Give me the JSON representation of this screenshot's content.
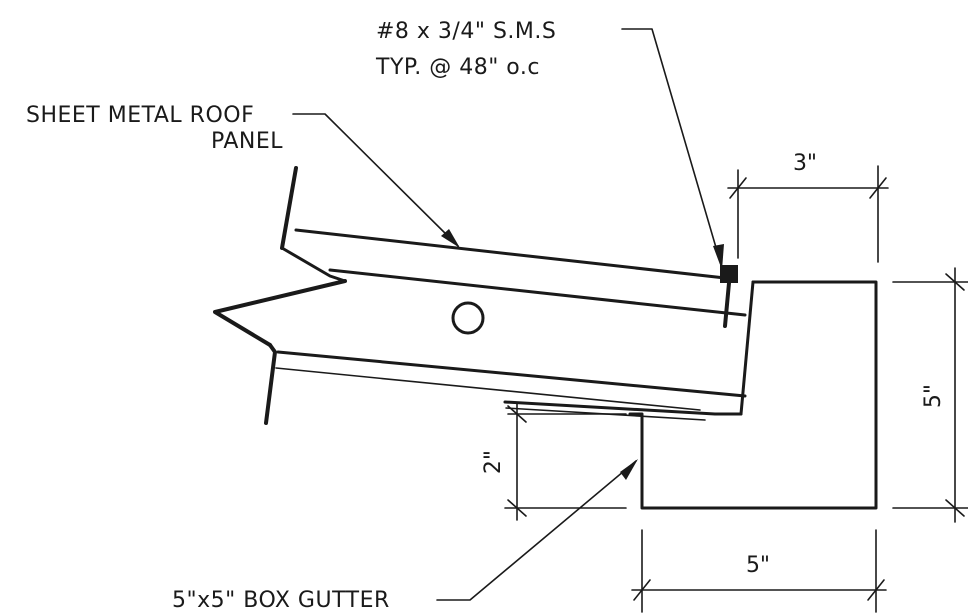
{
  "labels": {
    "screw_line1": "#8 x 3/4\" S.M.S",
    "screw_line2": "TYP. @ 48\" o.c",
    "panel_line1": "SHEET METAL ROOF",
    "panel_line2": "PANEL",
    "gutter": "5\"x5\" BOX GUTTER"
  },
  "dimensions": {
    "top_width": "3\"",
    "right_height": "5\"",
    "left_height": "2\"",
    "bottom_width": "5\""
  },
  "colors": {
    "ink": "#1a1a1a",
    "paper": "#ffffff"
  }
}
